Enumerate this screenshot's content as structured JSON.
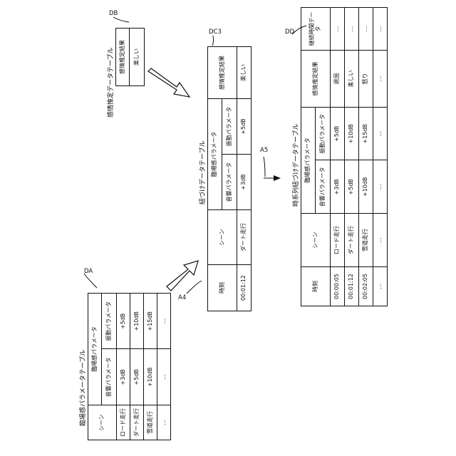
{
  "da": {
    "ref": "DA",
    "title": "臨場感パラメータテーブル",
    "headers": {
      "scene": "シーン",
      "group": "臨場感パラメータ",
      "sound": "音響パラメータ",
      "vibration": "振動パラメータ"
    },
    "rows": [
      {
        "scene": "ロード走行",
        "sound": "+3dB",
        "vibration": "+5dB"
      },
      {
        "scene": "ダート走行",
        "sound": "+5dB",
        "vibration": "+10dB"
      },
      {
        "scene": "雪道走行",
        "sound": "+10dB",
        "vibration": "+15dB"
      },
      {
        "scene": "…",
        "sound": "…",
        "vibration": "…"
      }
    ]
  },
  "db": {
    "ref": "DB",
    "title": "感情推定データテーブル",
    "header": "感情推定結果",
    "value": "楽しい"
  },
  "dc3": {
    "ref": "DC3",
    "title": "紐づけデータテーブル",
    "headers": {
      "time": "時刻",
      "scene": "シーン",
      "group": "臨場感パラメータ",
      "sound": "音響パラメータ",
      "vibration": "振動パラメータ",
      "emotion": "感情推定結果"
    },
    "row": {
      "time": "00:01:12",
      "scene": "ダート走行",
      "sound": "+3dB",
      "vibration": "+5dB",
      "emotion": "楽しい"
    }
  },
  "dd": {
    "ref": "DD",
    "title": "時系列紐づけデータテーブル",
    "headers": {
      "time": "時刻",
      "scene": "シーン",
      "group": "臨場感パラメータ",
      "sound": "音響パラメータ",
      "vibration": "振動パラメータ",
      "emotion": "感情推定結果",
      "duration": "継続時間データ"
    },
    "rows": [
      {
        "time": "00:00:05",
        "scene": "ロード走行",
        "sound": "+3dB",
        "vibration": "+5dB",
        "emotion": "退屈",
        "duration": "…"
      },
      {
        "time": "00:01:12",
        "scene": "ダート走行",
        "sound": "+5dB",
        "vibration": "+10dB",
        "emotion": "楽しい",
        "duration": "…"
      },
      {
        "time": "00:02:05",
        "scene": "雪道走行",
        "sound": "+10dB",
        "vibration": "+15dB",
        "emotion": "怒り",
        "duration": "…"
      },
      {
        "time": "…",
        "scene": "…",
        "sound": "…",
        "vibration": "…",
        "emotion": "…",
        "duration": "…"
      }
    ]
  },
  "arrows": {
    "a4": "A4",
    "a5": "A5"
  }
}
